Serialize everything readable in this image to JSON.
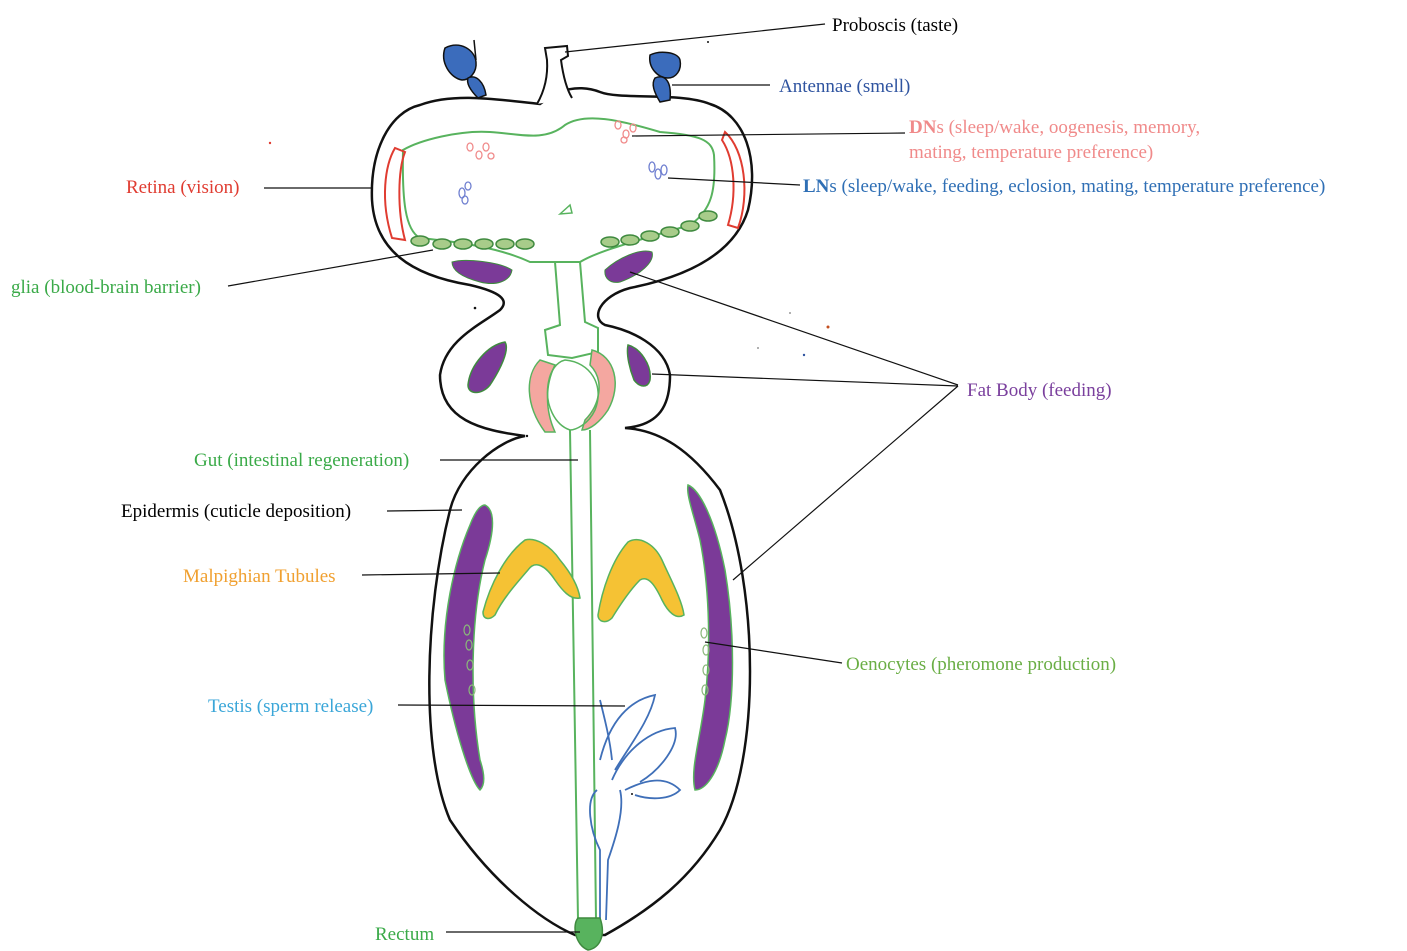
{
  "labels": {
    "proboscis": {
      "text": "Proboscis (taste)",
      "color": "#000000"
    },
    "antennae": {
      "text": "Antennae (smell)",
      "color": "#2f54a0"
    },
    "dns_prefix": {
      "text": "DN",
      "color": "#f08a8a"
    },
    "dns_line1": {
      "text": "s (sleep/wake, oogenesis, memory,",
      "color": "#f08a8a"
    },
    "dns_line2": {
      "text": "mating, temperature preference)",
      "color": "#f08a8a"
    },
    "lns_prefix": {
      "text": "LN",
      "color": "#2f6fb5"
    },
    "lns_rest": {
      "text": "s (sleep/wake, feeding, eclosion, mating, temperature preference)",
      "color": "#2f6fb5"
    },
    "retina": {
      "text": "Retina (vision)",
      "color": "#e03c31"
    },
    "glia": {
      "text": "glia (blood-brain barrier)",
      "color": "#3aaa48"
    },
    "fat_body": {
      "text": "Fat Body (feeding)",
      "color": "#7a3f9d"
    },
    "gut": {
      "text": "Gut (intestinal regeneration)",
      "color": "#3aaa48"
    },
    "epidermis": {
      "text": "Epidermis (cuticle deposition)",
      "color": "#000000"
    },
    "malpighian": {
      "text": "Malpighian Tubules",
      "color": "#f0a030"
    },
    "oenocytes": {
      "text": "Oenocytes (pheromone production)",
      "color": "#6aae45"
    },
    "testis": {
      "text": "Testis (sperm release)",
      "color": "#3aa6d8"
    },
    "rectum": {
      "text": "Rectum",
      "color": "#3aaa48"
    }
  },
  "colors": {
    "outline": "#111111",
    "organ_green": "#58b35e",
    "fat_purple": "#7b3a98",
    "salivary_pink": "#f4a7a0",
    "malpighian_yellow": "#f5c234",
    "antenna_blue": "#3b6cbc",
    "testis_blue": "#3f6fb8",
    "retina_red": "#e03c31"
  }
}
